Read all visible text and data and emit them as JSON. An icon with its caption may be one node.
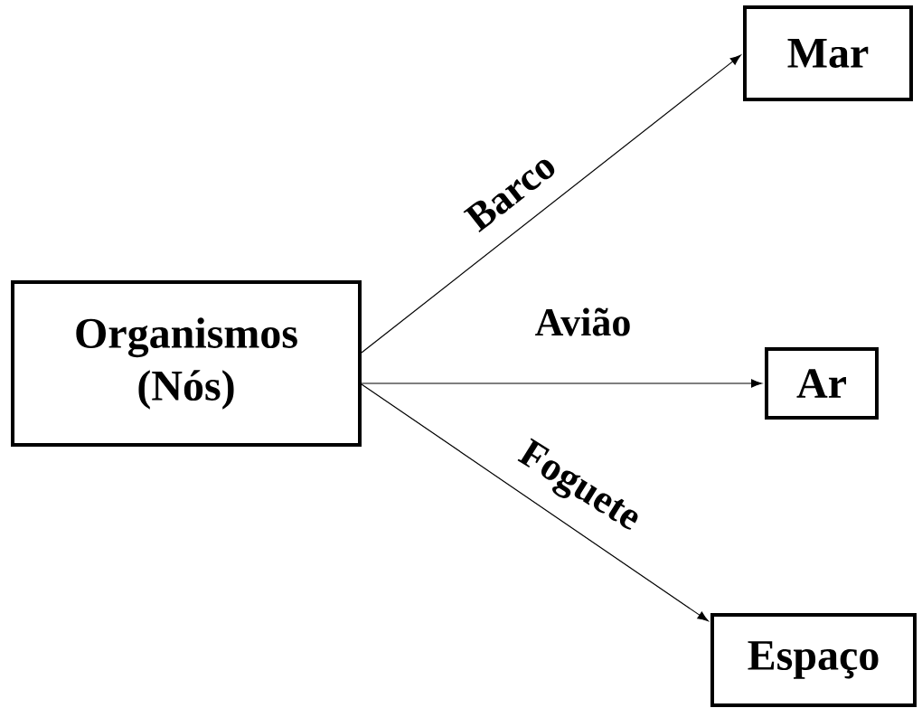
{
  "diagram": {
    "nodes": [
      {
        "text": [
          "Organismos (Nós)"
        ]
      },
      {
        "text": [
          "Mar"
        ]
      },
      {
        "text": [
          "Ar"
        ]
      },
      {
        "text": [
          "Espaço"
        ]
      }
    ],
    "edges": [
      {
        "from": 0,
        "to": 1,
        "arrow": "to",
        "label": "Barco"
      },
      {
        "from": 0,
        "to": 2,
        "arrow": "to",
        "label": "Avião"
      },
      {
        "from": 0,
        "to": 3,
        "arrow": "to",
        "label": "Foguete"
      }
    ]
  }
}
